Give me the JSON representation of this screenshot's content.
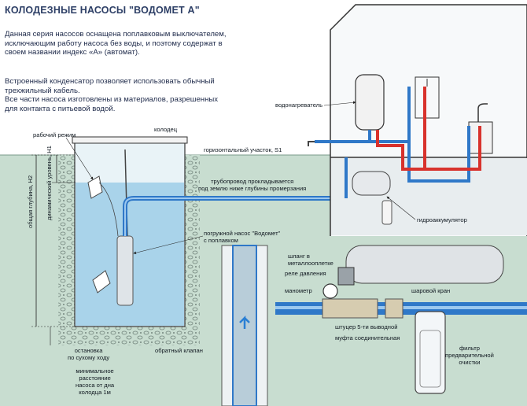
{
  "title": "КОЛОДЕЗНЫЕ НАСОСЫ \"ВОДОМЕТ А\"",
  "description": {
    "paragraph1": [
      "Данная серия насосов оснащена поплавковым выключателем,",
      "исключающим работу насоса без воды, и поэтому содержат в",
      "своем названии индекс «А» (автомат)."
    ],
    "paragraph2": [
      "Встроенный конденсатор позволяет использовать обычный",
      "трехжильный кабель.",
      "Все части насоса изготовлены из материалов, разрешенных",
      "для контакта с питьевой водой."
    ]
  },
  "labels": {
    "water_heater": "водонагреватель",
    "well": "колодец",
    "work_mode": "рабочий режим",
    "horizontal_section": "горизонтальный участок, S1",
    "pipeline": [
      "трубопровод прокладывается",
      "под землю ниже глубины промерзания"
    ],
    "total_depth": "общая глубина, H2",
    "dynamic_level": "динамический уровень, H1",
    "accumulator": "гидроаккумулятор",
    "submersible_pump": [
      "погружной насос \"Водомет\"",
      "с поплавком"
    ],
    "braided_hose": [
      "шланг в",
      "металлооплетке"
    ],
    "pressure_switch": "реле давления",
    "manometer": "манометр",
    "ball_valve": "шаровой кран",
    "five_way_fitting": "штуцер 5-ти выводной",
    "coupling": "муфта соединительная",
    "check_valve": "обратный клапан",
    "dry_run_stop": [
      "остановка",
      "по сухому ходу"
    ],
    "min_distance": [
      "минимальное",
      "расстояние",
      "насоса от дна",
      "колодца 1м"
    ],
    "filter": [
      "фильтр",
      "предварительной",
      "очистки"
    ]
  },
  "colors": {
    "title": "#2d3f66",
    "ground": "#c8ddd0",
    "water": "#a9d3ea",
    "pipe_blue": "#2f78c8",
    "pipe_red": "#d8322c",
    "accent_arrow": "#2a7fd4"
  }
}
